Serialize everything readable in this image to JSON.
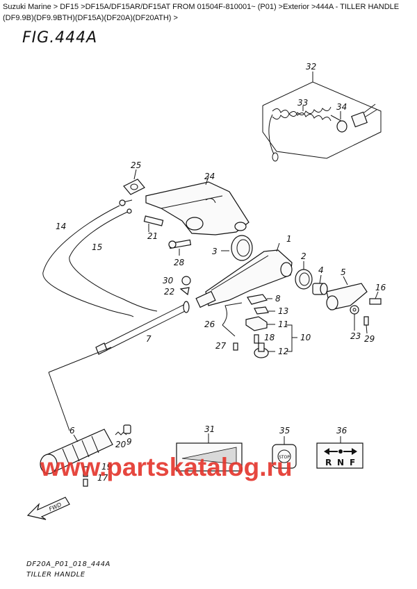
{
  "breadcrumb": {
    "line1": "Suzuki Marine > DF15 >DF15A/DF15AR/DF15AT FROM 01504F-810001~ (P01) >Exterior >444A - TILLER HANDLE",
    "line2": "(DF9.9B)(DF9.9BTH)(DF15A)(DF20A)(DF20ATH) >"
  },
  "figure_title": "FIG.444A",
  "footer": {
    "code": "DF20A_P01_018_444A",
    "caption": "TILLER HANDLE"
  },
  "watermark": "www.partskatalog.ru",
  "fwd_label": "FWD",
  "stop_label": "STOP",
  "shift_labels": [
    "R",
    "N",
    "F"
  ],
  "callouts": [
    "1",
    "2",
    "3",
    "4",
    "5",
    "6",
    "7",
    "8",
    "9",
    "10",
    "11",
    "12",
    "13",
    "16",
    "17",
    "18",
    "19",
    "20",
    "21",
    "22",
    "23",
    "24",
    "25",
    "26",
    "27",
    "28",
    "29",
    "30",
    "31",
    "32",
    "33",
    "34",
    "35",
    "36",
    "14",
    "15"
  ],
  "colors": {
    "watermark": "#e4342b",
    "line": "#111111"
  }
}
